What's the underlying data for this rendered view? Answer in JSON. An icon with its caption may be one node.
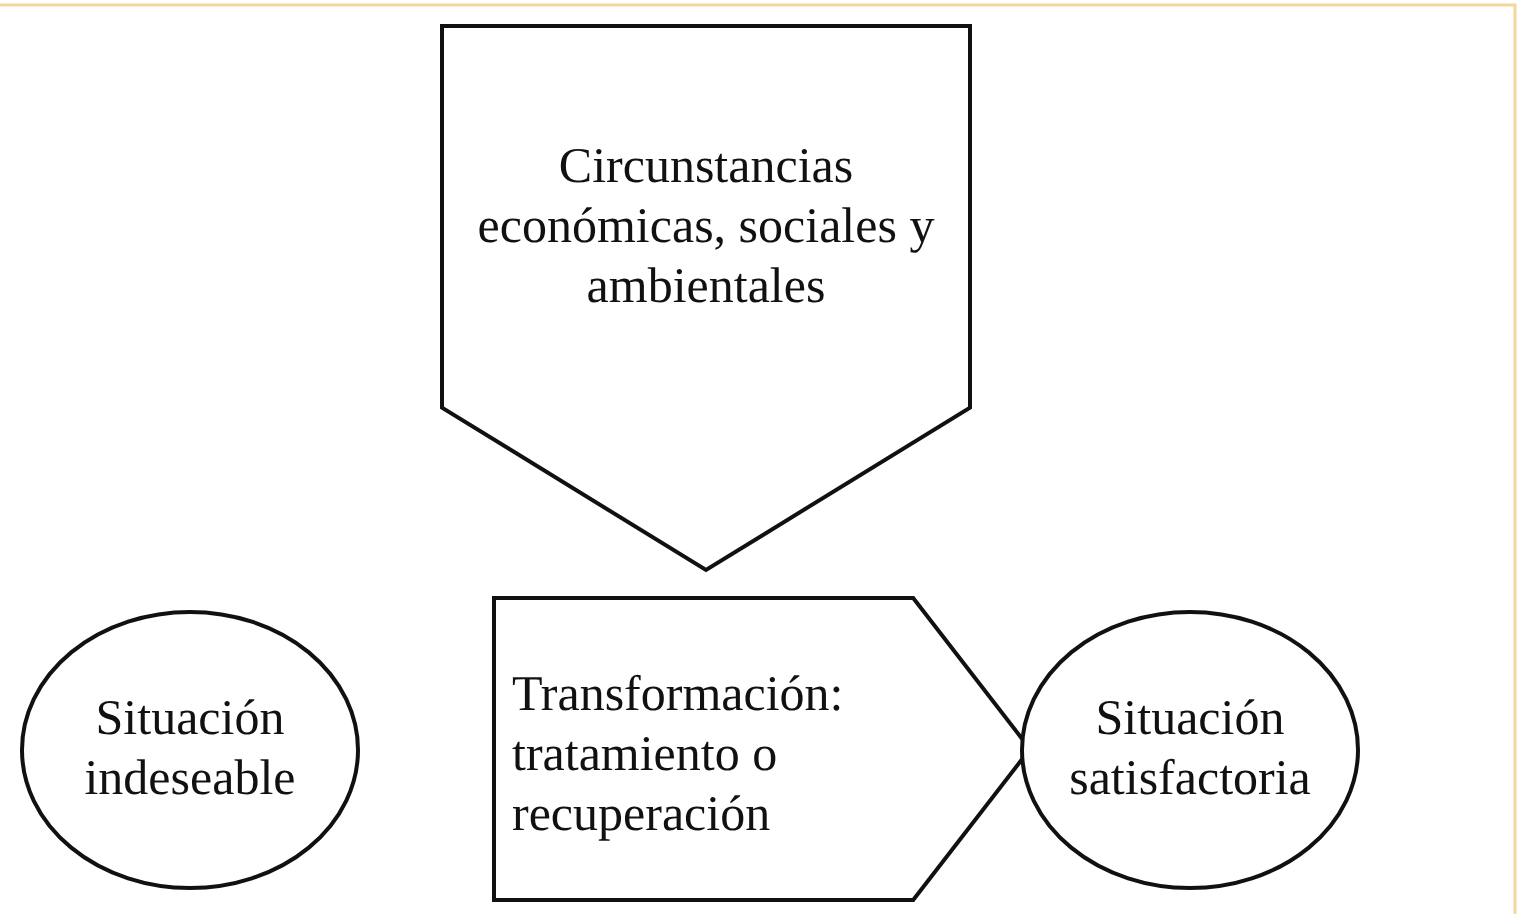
{
  "diagram": {
    "nodes": [
      {
        "text": [
          "Circunstancias económicas, sociales y ambientales"
        ]
      },
      {
        "text": [
          "Situación indeseable"
        ]
      },
      {
        "text": [
          "Transformación: tratamiento o recuperación"
        ]
      },
      {
        "text": [
          "Situación satisfactoria"
        ]
      }
    ]
  }
}
